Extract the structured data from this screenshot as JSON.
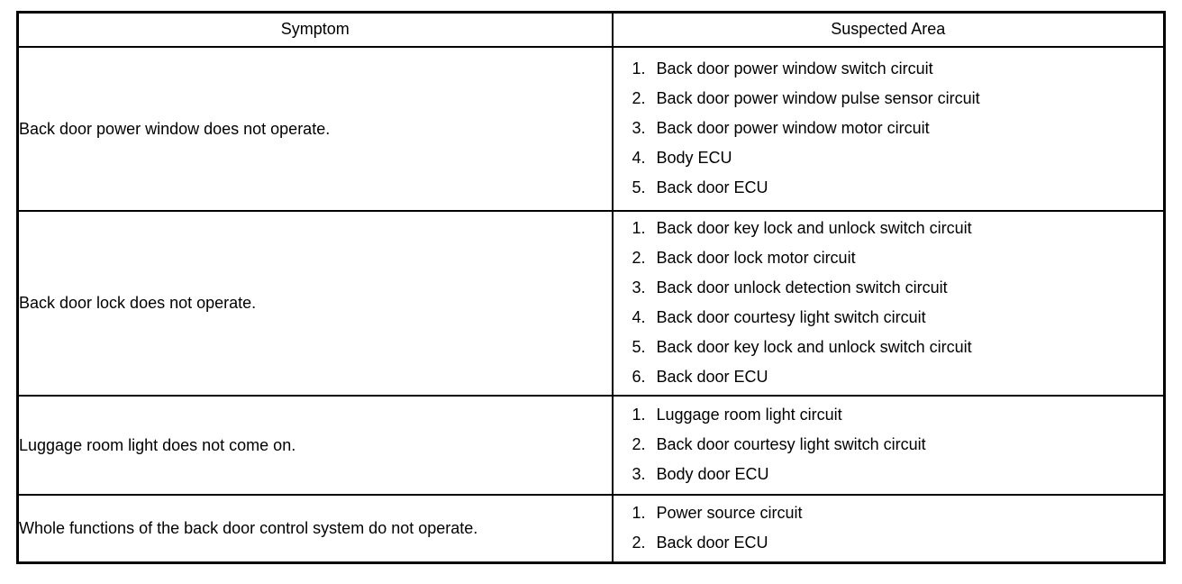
{
  "colors": {
    "background": "#ffffff",
    "text": "#000000",
    "border": "#000000"
  },
  "table": {
    "columns": [
      {
        "label": "Symptom"
      },
      {
        "label": "Suspected Area"
      }
    ],
    "rows": [
      {
        "symptom": "Back door power window does not operate.",
        "suspected_areas": [
          "Back door power window switch circuit",
          "Back door power window pulse sensor circuit",
          "Back door power window motor circuit",
          "Body ECU",
          "Back door ECU"
        ]
      },
      {
        "symptom": "Back door lock does not operate.",
        "suspected_areas": [
          "Back door key lock and unlock switch circuit",
          "Back door lock motor circuit",
          "Back door unlock detection switch circuit",
          "Back door courtesy light switch circuit",
          "Back door key lock and unlock switch circuit",
          "Back door ECU"
        ]
      },
      {
        "symptom": "Luggage room light does not come on.",
        "suspected_areas": [
          "Luggage room light circuit",
          "Back door courtesy light switch circuit",
          "Body door ECU"
        ]
      },
      {
        "symptom": "Whole functions of the back door control system do not operate.",
        "suspected_areas": [
          "Power source circuit",
          "Back door ECU"
        ]
      }
    ]
  }
}
